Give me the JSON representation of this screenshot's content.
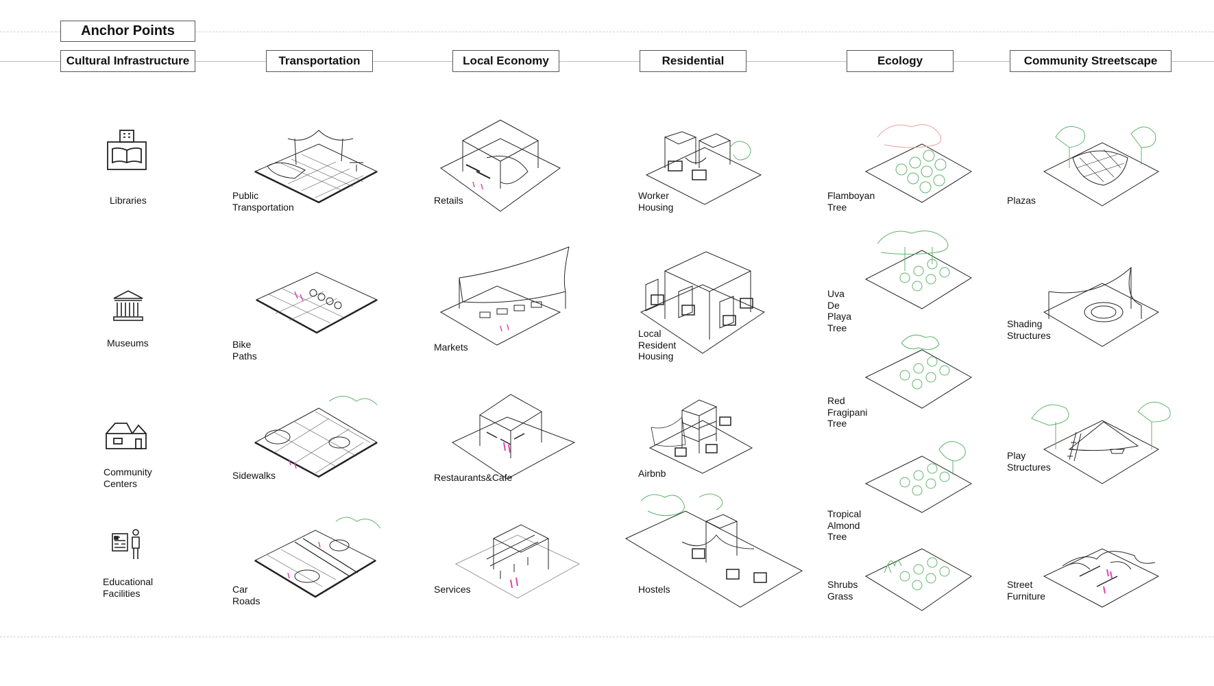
{
  "title": "Anchor Points",
  "colors": {
    "line": "#222222",
    "ecology": "#5fb36a",
    "people": "#e23fb0",
    "guide": "#cfcfcf"
  },
  "categories": [
    {
      "id": "cultural",
      "label": "Cultural Infrastructure",
      "items": [
        {
          "label": "Libraries",
          "icon": "library-icon"
        },
        {
          "label": "Museums",
          "icon": "museum-icon"
        },
        {
          "label": "Community\nCenters",
          "icon": "community-center-icon"
        },
        {
          "label": "Educational\nFacilities",
          "icon": "education-icon"
        }
      ]
    },
    {
      "id": "transportation",
      "label": "Transportation",
      "items": [
        {
          "label": "Public\nTransportation",
          "icon": "transit-shelter-diagram"
        },
        {
          "label": "Bike Paths",
          "icon": "bike-path-diagram"
        },
        {
          "label": "Sidewalks",
          "icon": "sidewalk-diagram"
        },
        {
          "label": "Car Roads",
          "icon": "car-road-diagram"
        }
      ]
    },
    {
      "id": "economy",
      "label": "Local Economy",
      "items": [
        {
          "label": "Retails",
          "icon": "retail-diagram"
        },
        {
          "label": "Markets",
          "icon": "market-diagram"
        },
        {
          "label": "Restaurants&Cafe",
          "icon": "restaurant-diagram"
        },
        {
          "label": "Services",
          "icon": "services-diagram"
        }
      ]
    },
    {
      "id": "residential",
      "label": "Residential",
      "items": [
        {
          "label": "Worker\nHousing",
          "icon": "worker-housing-diagram"
        },
        {
          "label": "Local\nResident\nHousing",
          "icon": "resident-housing-diagram"
        },
        {
          "label": "Airbnb",
          "icon": "airbnb-diagram"
        },
        {
          "label": "Hostels",
          "icon": "hostel-diagram"
        }
      ]
    },
    {
      "id": "ecology",
      "label": "Ecology",
      "items": [
        {
          "label": "Flamboyan\nTree",
          "icon": "flamboyan-tree-diagram"
        },
        {
          "label": "Uva De Playa\nTree",
          "icon": "uva-tree-diagram"
        },
        {
          "label": "Red Fragipani\nTree",
          "icon": "fragipani-tree-diagram"
        },
        {
          "label": "Tropical Almond\nTree",
          "icon": "almond-tree-diagram"
        },
        {
          "label": "Shrubs\nGrass",
          "icon": "shrubs-diagram"
        }
      ]
    },
    {
      "id": "streetscape",
      "label": "Community  Streetscape",
      "items": [
        {
          "label": "Plazas",
          "icon": "plaza-diagram"
        },
        {
          "label": "Shading\nStructures",
          "icon": "shading-diagram"
        },
        {
          "label": "Play\nStructures",
          "icon": "play-structure-diagram"
        },
        {
          "label": "Street\nFurniture",
          "icon": "street-furniture-diagram"
        }
      ]
    }
  ]
}
